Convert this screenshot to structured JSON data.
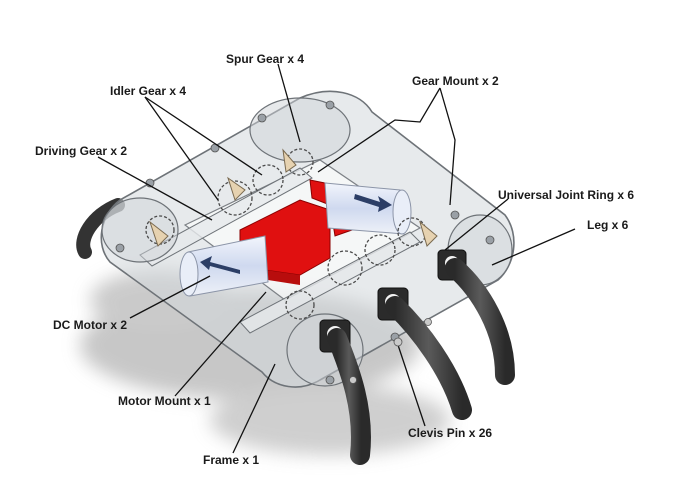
{
  "labels": {
    "spur_gear": "Spur Gear x 4",
    "idler_gear": "Idler Gear x 4",
    "gear_mount": "Gear Mount x 2",
    "driving_gear": "Driving Gear x 2",
    "universal_joint_ring": "Universal Joint Ring x 6",
    "leg": "Leg x 6",
    "dc_motor": "DC Motor x 2",
    "motor_mount": "Motor Mount x 1",
    "clevis_pin": "Clevis Pin x 26",
    "frame": "Frame x 1"
  },
  "colors": {
    "background": "#ffffff",
    "frame": "#c9cdd2",
    "motor_mount": "#e01010",
    "motor": "#dfe7f7",
    "leg": "#3b3b3b",
    "shadow": "#b9b9b9"
  }
}
